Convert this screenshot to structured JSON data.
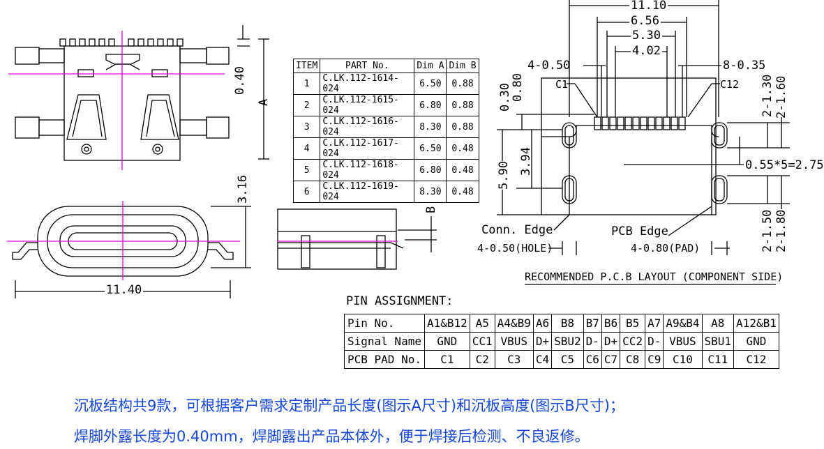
{
  "dimensions": {
    "d_0_40": "0.40",
    "d_A": "A",
    "d_3_16": "3.16",
    "d_11_40": "11.40",
    "d_B": "B",
    "d_11_10": "11.10",
    "d_6_56": "6.56",
    "d_5_30": "5.30",
    "d_4_02": "4.02",
    "d_4_0_50": "4-0.50",
    "d_8_0_35": "8-0.35",
    "d_C1": "C1",
    "d_C12": "C12",
    "d_0_30": "0.30",
    "d_0_80": "0.80",
    "d_3_94": "3.94",
    "d_5_90": "5.90",
    "d_2_1_30": "2-1.30",
    "d_2_1_60": "2-1.60",
    "d_0_55": "0.55*5=2.75",
    "d_2_1_50": "2-1.50",
    "d_2_1_80": "2-1.80",
    "d_conn_edge": "Conn. Edge",
    "d_pcb_edge": "PCB Edge",
    "d_hole": "4-0.50(HOLE)",
    "d_pad": "4-0.80(PAD)",
    "d_layout_title": "RECOMMENDED P.C.B LAYOUT (COMPONENT SIDE)",
    "d_pin_title": "PIN ASSIGNMENT:"
  },
  "part_table": {
    "headers": [
      "ITEM",
      "PART No.",
      "Dim A",
      "Dim B"
    ],
    "rows": [
      [
        "1",
        "C.LK.112-1614-024",
        "6.50",
        "0.88"
      ],
      [
        "2",
        "C.LK.112-1615-024",
        "6.80",
        "0.88"
      ],
      [
        "3",
        "C.LK.112-1616-024",
        "8.30",
        "0.88"
      ],
      [
        "4",
        "C.LK.112-1617-024",
        "6.50",
        "0.48"
      ],
      [
        "5",
        "C.LK.112-1618-024",
        "6.80",
        "0.48"
      ],
      [
        "6",
        "C.LK.112-1619-024",
        "8.30",
        "0.48"
      ]
    ]
  },
  "pin_table": {
    "row_labels": [
      "Pin No.",
      "Signal Name",
      "PCB PAD No."
    ],
    "pin_no": [
      "A1&B12",
      "A5",
      "A4&B9",
      "A6",
      "B8",
      "B7",
      "B6",
      "B5",
      "A7",
      "A9&B4",
      "A8",
      "A12&B1"
    ],
    "signal": [
      "GND",
      "CC1",
      "VBUS",
      "D+",
      "SBU2",
      "D-",
      "D+",
      "CC2",
      "D-",
      "VBUS",
      "SBU1",
      "GND"
    ],
    "pad": [
      "C1",
      "C2",
      "C3",
      "C4",
      "C5",
      "C6",
      "C7",
      "C8",
      "C9",
      "C10",
      "C11",
      "C12"
    ]
  },
  "notes": {
    "line1": "沉板结构共9款，可根据客户需求定制产品长度(图示A尺寸)和沉板高度(图示B尺寸)；",
    "line2": "焊脚外露长度为0.40mm，焊脚露出产品本体外，便于焊接后检测、不良返修。"
  },
  "colors": {
    "centerline": "#e000e0",
    "note_text": "#1446d8"
  }
}
